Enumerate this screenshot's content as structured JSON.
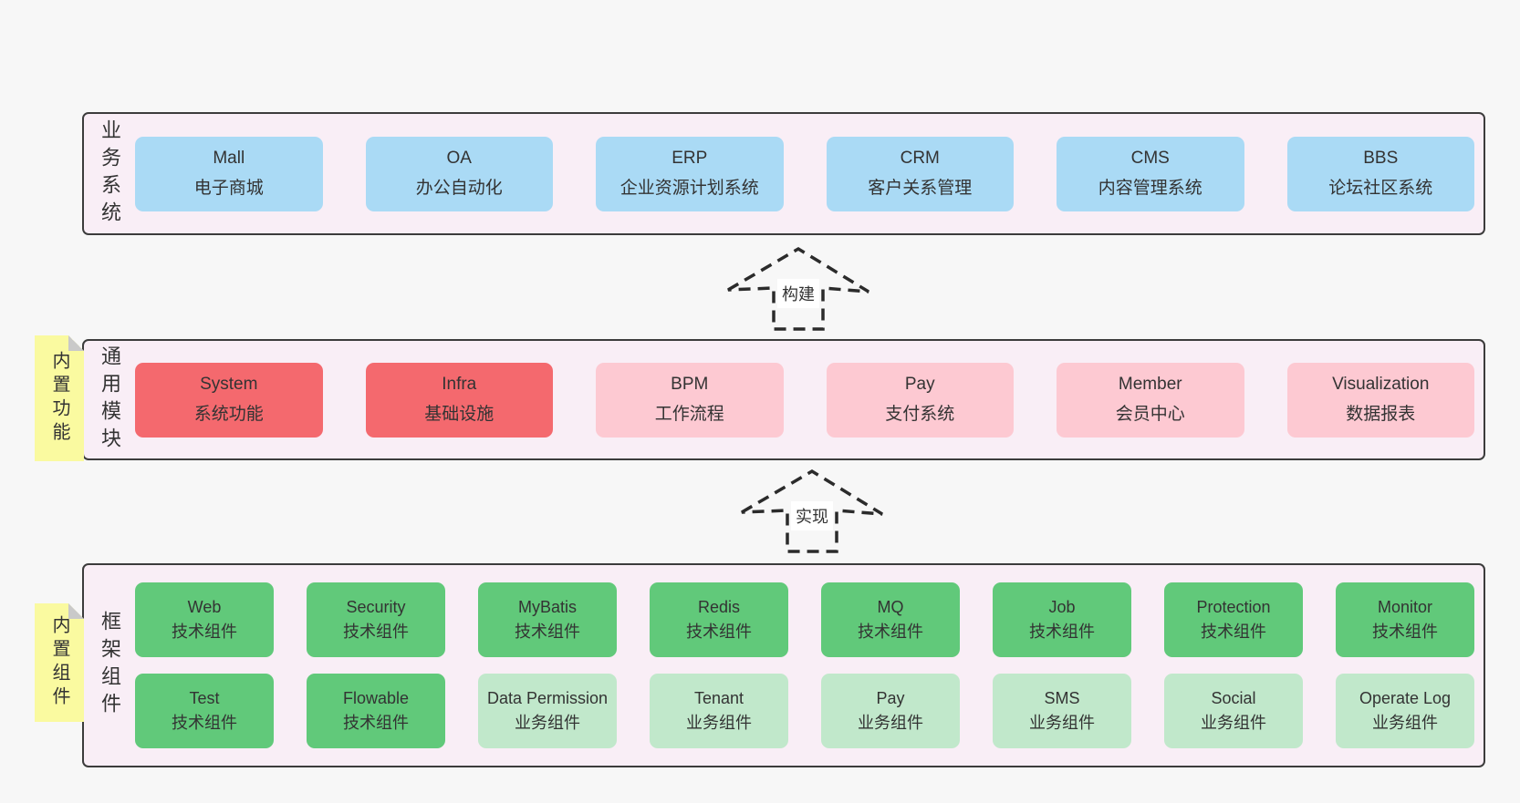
{
  "canvas": {
    "bg": "#f7f7f7"
  },
  "colors": {
    "canvas_bg": "#f7f7f7",
    "container_bg": "#f9eef6",
    "container_border": "#3c3c3c",
    "note_bg": "#fafaa0",
    "note_fold": "#c9c9c9",
    "box_text": "#333333",
    "blue": "#aadaf5",
    "red": "#f4696e",
    "pink": "#fdc9d2",
    "green": "#61c97a",
    "light_green": "#c1e8cb",
    "arrow": "#2b2b2b"
  },
  "arrows": [
    {
      "label": "构建"
    },
    {
      "label": "实现"
    }
  ],
  "layers": [
    {
      "key": "business",
      "side_label": "业务系统",
      "note": null,
      "rows": [
        [
          {
            "name": "Mall",
            "desc": "电子商城",
            "type": "blue"
          },
          {
            "name": "OA",
            "desc": "办公自动化",
            "type": "blue"
          },
          {
            "name": "ERP",
            "desc": "企业资源计划系统",
            "type": "blue"
          },
          {
            "name": "CRM",
            "desc": "客户关系管理",
            "type": "blue"
          },
          {
            "name": "CMS",
            "desc": "内容管理系统",
            "type": "blue"
          },
          {
            "name": "BBS",
            "desc": "论坛社区系统",
            "type": "blue"
          }
        ]
      ]
    },
    {
      "key": "modules",
      "side_label": "通用模块",
      "note": "内置功能",
      "rows": [
        [
          {
            "name": "System",
            "desc": "系统功能",
            "type": "red"
          },
          {
            "name": "Infra",
            "desc": "基础设施",
            "type": "red"
          },
          {
            "name": "BPM",
            "desc": "工作流程",
            "type": "pink"
          },
          {
            "name": "Pay",
            "desc": "支付系统",
            "type": "pink"
          },
          {
            "name": "Member",
            "desc": "会员中心",
            "type": "pink"
          },
          {
            "name": "Visualization",
            "desc": "数据报表",
            "type": "pink"
          }
        ]
      ]
    },
    {
      "key": "components",
      "side_label": "框架组件",
      "note": "内置组件",
      "rows": [
        [
          {
            "name": "Web",
            "desc": "技术组件",
            "type": "green"
          },
          {
            "name": "Security",
            "desc": "技术组件",
            "type": "green"
          },
          {
            "name": "MyBatis",
            "desc": "技术组件",
            "type": "green"
          },
          {
            "name": "Redis",
            "desc": "技术组件",
            "type": "green"
          },
          {
            "name": "MQ",
            "desc": "技术组件",
            "type": "green"
          },
          {
            "name": "Job",
            "desc": "技术组件",
            "type": "green"
          },
          {
            "name": "Protection",
            "desc": "技术组件",
            "type": "green"
          },
          {
            "name": "Monitor",
            "desc": "技术组件",
            "type": "green"
          }
        ],
        [
          {
            "name": "Test",
            "desc": "技术组件",
            "type": "green"
          },
          {
            "name": "Flowable",
            "desc": "技术组件",
            "type": "green"
          },
          {
            "name": "Data Permission",
            "desc": "业务组件",
            "type": "light_green"
          },
          {
            "name": "Tenant",
            "desc": "业务组件",
            "type": "light_green"
          },
          {
            "name": "Pay",
            "desc": "业务组件",
            "type": "light_green"
          },
          {
            "name": "SMS",
            "desc": "业务组件",
            "type": "light_green"
          },
          {
            "name": "Social",
            "desc": "业务组件",
            "type": "light_green"
          },
          {
            "name": "Operate Log",
            "desc": "业务组件",
            "type": "light_green"
          }
        ]
      ]
    }
  ]
}
